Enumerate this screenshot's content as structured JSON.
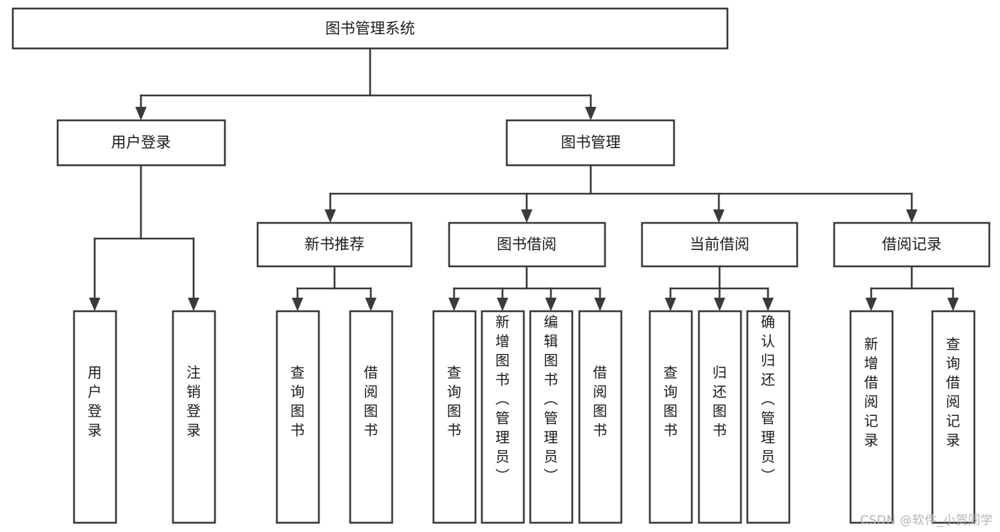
{
  "diagram": {
    "title": "图书管理系统",
    "type": "tree-hierarchy-diagram",
    "colors": {
      "stroke": "#3a3a3a",
      "box_fill": "#ffffff",
      "text": "#1b1b1b",
      "background": "#ffffff",
      "watermark": "#b4b4b4"
    },
    "root": {
      "label": "图书管理系统",
      "orientation": "horizontal"
    },
    "level2": [
      {
        "label": "用户登录",
        "orientation": "horizontal"
      },
      {
        "label": "图书管理",
        "orientation": "horizontal"
      }
    ],
    "level3": [
      {
        "label": "新书推荐",
        "orientation": "horizontal"
      },
      {
        "label": "图书借阅",
        "orientation": "horizontal"
      },
      {
        "label": "当前借阅",
        "orientation": "horizontal"
      },
      {
        "label": "借阅记录",
        "orientation": "horizontal"
      }
    ],
    "leaves": {
      "user_login": [
        {
          "label": "用户登录",
          "orientation": "vertical"
        },
        {
          "label": "注销登录",
          "orientation": "vertical"
        }
      ],
      "new_book_recommend": [
        {
          "label": "查询图书",
          "orientation": "vertical"
        },
        {
          "label": "借阅图书",
          "orientation": "vertical"
        }
      ],
      "book_borrow": [
        {
          "label": "查询图书",
          "orientation": "vertical"
        },
        {
          "label": "新增图书（管理员）",
          "orientation": "vertical"
        },
        {
          "label": "编辑图书（管理员）",
          "orientation": "vertical"
        },
        {
          "label": "借阅图书",
          "orientation": "vertical"
        }
      ],
      "current_borrow": [
        {
          "label": "查询图书",
          "orientation": "vertical"
        },
        {
          "label": "归还图书",
          "orientation": "vertical"
        },
        {
          "label": "确认归还（管理员）",
          "orientation": "vertical"
        }
      ],
      "borrow_record": [
        {
          "label": "新增借阅记录",
          "orientation": "vertical"
        },
        {
          "label": "查询借阅记录",
          "orientation": "vertical"
        }
      ]
    }
  },
  "watermark": {
    "text": "CSDN @软件_小贺同学"
  }
}
